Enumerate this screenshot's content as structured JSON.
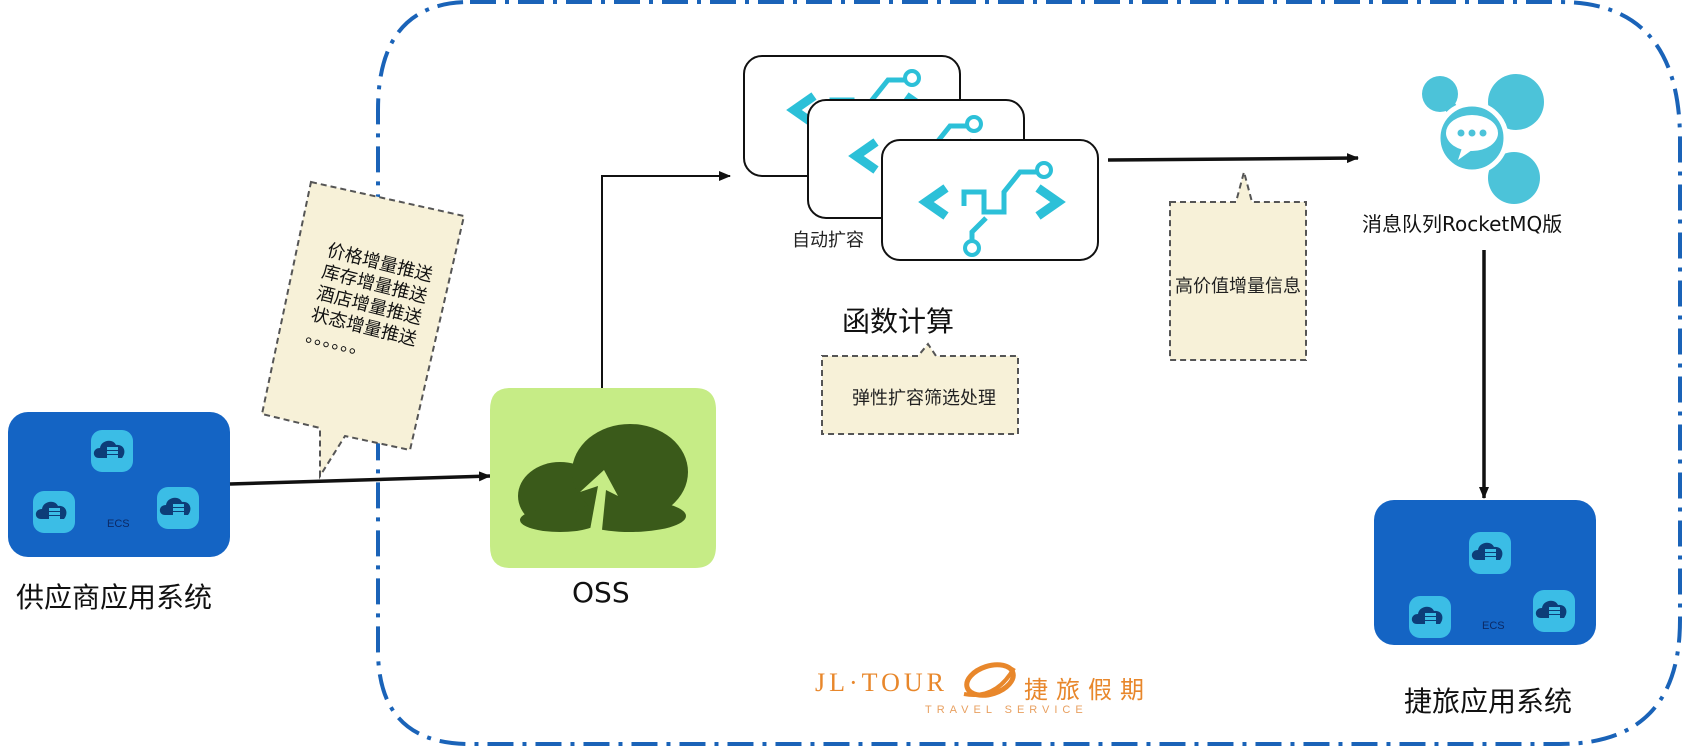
{
  "supplier": {
    "label": "供应商应用系统",
    "server_tag": "ECS"
  },
  "callout_push": {
    "lines": [
      "价格增量推送",
      "库存增量推送",
      "酒店增量推送",
      "状态增量推送",
      "。。。。。。"
    ]
  },
  "oss": {
    "label": "OSS"
  },
  "function_compute": {
    "label": "函数计算",
    "autoscale_label": "自动扩容"
  },
  "callout_filter": {
    "text": "弹性扩容筛选处理"
  },
  "callout_info": {
    "text": "高价值增量信息"
  },
  "rocketmq": {
    "label": "消息队列RocketMQ版"
  },
  "jielv": {
    "label": "捷旅应用系统",
    "server_tag": "ECS"
  },
  "logo": {
    "en": "JL·TOUR",
    "cn": "捷旅假期",
    "sub": "TRAVEL SERVICE"
  },
  "colors": {
    "ecs_panel": "#1464c4",
    "cloud_icon": "#3bbde6",
    "oss_bg": "#c6ec86",
    "oss_cloud": "#3a5a1a",
    "fc_icon": "#2cc0d8",
    "mq_icon": "#4cc3d9",
    "callout_bg": "#f7f1d8",
    "boundary": "#1a63b8",
    "logo": "#e8872b"
  }
}
